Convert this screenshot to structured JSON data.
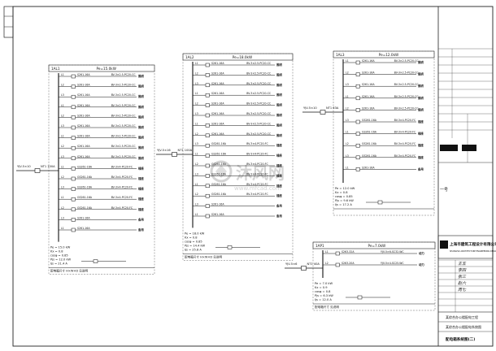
{
  "watermark": {
    "brand": "沐风网",
    "site": "www.mfcad.com"
  },
  "title_block": {
    "company_cn": "上海市建筑工程设计有限公司",
    "company_en": "SHANGHAI ARCHITECTURE ENGINEERING DESIGN CO.",
    "signatures": [
      "王五",
      "李四",
      "张三",
      "赵六",
      "周七"
    ],
    "project_line_1": "某综合办公楼配电工程",
    "project_line_2": "某综合办公楼配电系统图",
    "drawing_title": "配电箱系统图(二)",
    "side_mark": "一号"
  },
  "panels": [
    {
      "id": "p1",
      "header": "1AL1",
      "power": "Pe=15.0kW",
      "incoming": "YJV-5×10",
      "main_breaker": "NT1 100A",
      "circuits": [
        {
          "breaker": "S261-16A",
          "cable": "BV-3×2.5-PC20-CC",
          "load": "照明"
        },
        {
          "breaker": "S261-16A",
          "cable": "BV-3×2.5-PC20-CC",
          "load": "照明"
        },
        {
          "breaker": "S261-16A",
          "cable": "BV-3×2.5-PC20-CC",
          "load": "照明"
        },
        {
          "breaker": "S261-16A",
          "cable": "BV-3×2.5-PC20-CC",
          "load": "照明"
        },
        {
          "breaker": "S261-16A",
          "cable": "BV-3×2.5-PC20-CC",
          "load": "照明"
        },
        {
          "breaker": "S261-16A",
          "cable": "BV-3×2.5-PC20-CC",
          "load": "照明"
        },
        {
          "breaker": "S261-16A",
          "cable": "BV-3×2.5-PC20-CC",
          "load": "照明"
        },
        {
          "breaker": "S261-16A",
          "cable": "BV-3×2.5-PC20-CC",
          "load": "照明"
        },
        {
          "breaker": "S261-16A",
          "cable": "BV-3×2.5-PC20-CC",
          "load": "照明"
        },
        {
          "breaker": "GS261-16A",
          "cable": "BV-3×4-PC20-FC",
          "load": "插座"
        },
        {
          "breaker": "GS261-16A",
          "cable": "BV-3×4-PC20-FC",
          "load": "插座"
        },
        {
          "breaker": "GS261-16A",
          "cable": "BV-3×4-PC20-FC",
          "load": "插座"
        },
        {
          "breaker": "GS261-16A",
          "cable": "BV-3×4-PC20-FC",
          "load": "插座"
        },
        {
          "breaker": "GS261-16A",
          "cable": "BV-3×4-PC20-FC",
          "load": "插座"
        },
        {
          "breaker": "S261-16A",
          "cable": "",
          "load": "备用"
        },
        {
          "breaker": "S261-16A",
          "cable": "",
          "load": "备用"
        }
      ],
      "calc": [
        "Pe = 15.0 kW",
        "Kx = 0.8",
        "cosφ = 0.85",
        "Pjs = 12.0 kW",
        "Ijs = 21.4 A"
      ],
      "footer": "配电箱尺寸 H×W×D 见说明"
    },
    {
      "id": "p2",
      "header": "1AL2",
      "power": "Pe=18.0kW",
      "incoming": "YJV-5×16",
      "main_breaker": "NT1 100A",
      "circuits": [
        {
          "breaker": "S261-16A",
          "cable": "BV-3×2.5-PC20-CC",
          "load": "照明"
        },
        {
          "breaker": "S261-16A",
          "cable": "BV-3×2.5-PC20-CC",
          "load": "照明"
        },
        {
          "breaker": "S261-16A",
          "cable": "BV-3×2.5-PC20-CC",
          "load": "照明"
        },
        {
          "breaker": "S261-16A",
          "cable": "BV-3×2.5-PC20-CC",
          "load": "照明"
        },
        {
          "breaker": "S261-16A",
          "cable": "BV-3×2.5-PC20-CC",
          "load": "照明"
        },
        {
          "breaker": "S261-16A",
          "cable": "BV-3×2.5-PC20-CC",
          "load": "照明"
        },
        {
          "breaker": "S261-16A",
          "cable": "BV-3×2.5-PC20-CC",
          "load": "照明"
        },
        {
          "breaker": "S261-16A",
          "cable": "BV-3×2.5-PC20-CC",
          "load": "照明"
        },
        {
          "breaker": "GS261-16A",
          "cable": "BV-3×4-PC20-FC",
          "load": "插座"
        },
        {
          "breaker": "GS261-16A",
          "cable": "BV-3×4-PC20-FC",
          "load": "插座"
        },
        {
          "breaker": "GS261-16A",
          "cable": "BV-3×4-PC20-FC",
          "load": "插座"
        },
        {
          "breaker": "GS261-16A",
          "cable": "BV-3×4-PC20-FC",
          "load": "插座"
        },
        {
          "breaker": "GS261-16A",
          "cable": "BV-3×4-PC20-FC",
          "load": "插座"
        },
        {
          "breaker": "GS261-16A",
          "cable": "BV-3×4-PC20-FC",
          "load": "插座"
        },
        {
          "breaker": "S261-16A",
          "cable": "",
          "load": "备用"
        },
        {
          "breaker": "S261-16A",
          "cable": "",
          "load": "备用"
        }
      ],
      "calc": [
        "Pe = 18.0 kW",
        "Kx = 0.8",
        "cosφ = 0.85",
        "Pjs = 14.4 kW",
        "Ijs = 25.8 A"
      ],
      "footer": "配电箱尺寸 H×W×D 见说明"
    },
    {
      "id": "p3",
      "header": "1AL3",
      "power": "Pe=12.0kW",
      "incoming": "YJV-5×10",
      "main_breaker": "NT1 63A",
      "circuits": [
        {
          "breaker": "S261-16A",
          "cable": "BV-3×2.5-PC20-CC",
          "load": "照明"
        },
        {
          "breaker": "S261-16A",
          "cable": "BV-3×2.5-PC20-CC",
          "load": "照明"
        },
        {
          "breaker": "S261-16A",
          "cable": "BV-3×2.5-PC20-CC",
          "load": "照明"
        },
        {
          "breaker": "S261-16A",
          "cable": "BV-3×2.5-PC20-CC",
          "load": "照明"
        },
        {
          "breaker": "S261-16A",
          "cable": "BV-3×2.5-PC20-CC",
          "load": "照明"
        },
        {
          "breaker": "GS261-16A",
          "cable": "BV-3×4-PC20-FC",
          "load": "插座"
        },
        {
          "breaker": "GS261-16A",
          "cable": "BV-3×4-PC20-FC",
          "load": "插座"
        },
        {
          "breaker": "GS261-16A",
          "cable": "BV-3×4-PC20-FC",
          "load": "插座"
        },
        {
          "breaker": "GS261-16A",
          "cable": "BV-3×4-PC20-FC",
          "load": "插座"
        },
        {
          "breaker": "S261-16A",
          "cable": "",
          "load": "备用"
        }
      ],
      "calc": [
        "Pe = 12.0 kW",
        "Kx = 0.8",
        "cosφ = 0.85",
        "Pjs = 9.6 kW",
        "Ijs = 17.2 A"
      ],
      "footer": ""
    },
    {
      "id": "p4",
      "header": "1AP1",
      "power": "Pe=7.0kW",
      "incoming": "YJV-5×6",
      "main_breaker": "NT1 40A",
      "circuits": [
        {
          "breaker": "S263-32A",
          "cable": "YJV-5×6-SC32-WC",
          "load": "动力"
        },
        {
          "breaker": "S263-20A",
          "cable": "YJV-5×4-SC25-WC",
          "load": "动力"
        }
      ],
      "calc": [
        "Pe = 7.0 kW",
        "Kx = 0.9",
        "cosφ = 0.8",
        "Pjs = 6.3 kW",
        "Ijs = 12.0 A"
      ],
      "footer": "配电箱尺寸 见说明"
    }
  ]
}
